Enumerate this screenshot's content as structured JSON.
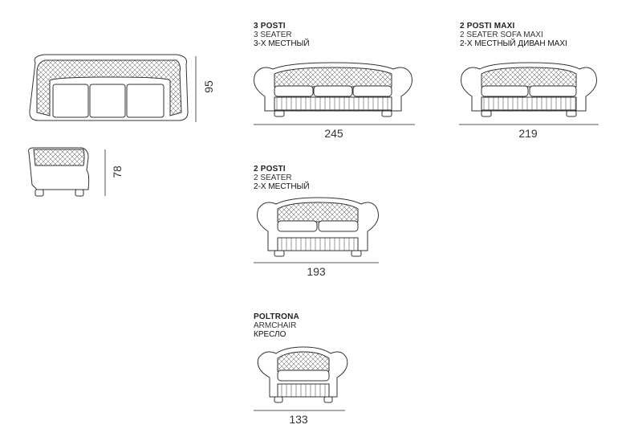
{
  "side_view": {
    "depth_label": "95",
    "height_label": "78"
  },
  "models": [
    {
      "id": "three-seater",
      "title": "3 POSTI",
      "subtitle_en": "3 SEATER",
      "subtitle_ru": "3-Х МЕСТНЫЙ",
      "width_label": "245"
    },
    {
      "id": "two-seater-maxi",
      "title": "2 POSTI MAXI",
      "subtitle_en": "2 SEATER SOFA MAXI",
      "subtitle_ru": "2-Х МЕСТНЫЙ ДИВАН MAXI",
      "width_label": "219"
    },
    {
      "id": "two-seater",
      "title": "2 POSTI",
      "subtitle_en": "2 SEATER",
      "subtitle_ru": "2-Х МЕСТНЫЙ",
      "width_label": "193"
    },
    {
      "id": "armchair",
      "title": "POLTRONA",
      "subtitle_en": "ARMCHAIR",
      "subtitle_ru": "КРЕСЛО",
      "width_label": "133"
    }
  ]
}
